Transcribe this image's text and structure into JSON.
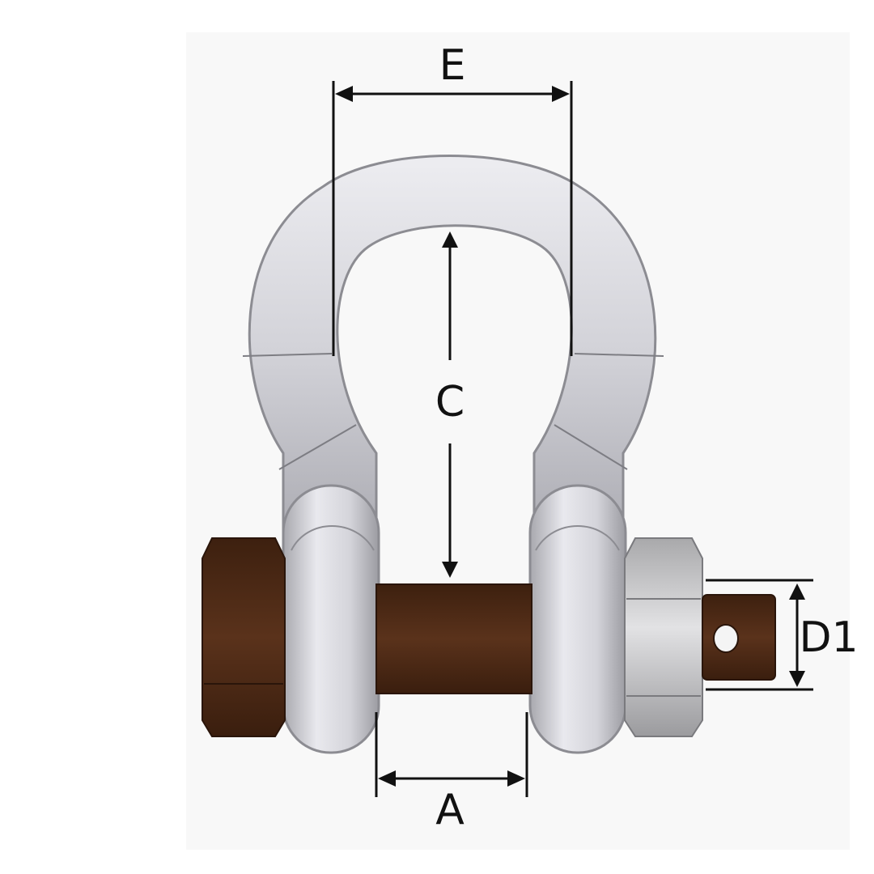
{
  "diagram": {
    "colors": {
      "background_panel": "#f7f7f7",
      "steel_light": "#e6e6ea",
      "steel_mid": "#c8c8cc",
      "steel_dark": "#9c9ca2",
      "pin_brown": "#4f2c17",
      "nut_grey": "#b9b9bb",
      "dimension_line": "#111111"
    },
    "labels": {
      "E": "E",
      "C": "C",
      "A": "A",
      "D1": "D1"
    }
  }
}
